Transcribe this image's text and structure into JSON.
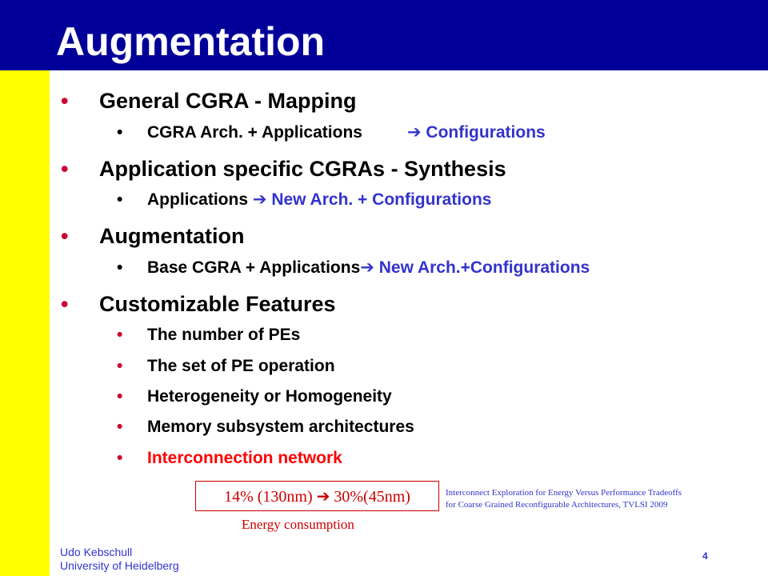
{
  "slide": {
    "title": "Augmentation",
    "bullet_symbol": "•",
    "items": [
      {
        "text": "General CGRA - Mapping"
      },
      {
        "text_black": "CGRA Arch. + Applications",
        "arrow": " ",
        "text_blue": " Configurations"
      },
      {
        "text": "Application specific CGRAs - Synthesis"
      },
      {
        "text_black": "Applications ",
        "arrow": " ",
        "text_blue": "New Arch. + Configurations"
      },
      {
        "text": "Augmentation"
      },
      {
        "text_black": "Base CGRA + Applications",
        "arrow": " ",
        "text_blue": "New Arch.+Configurations"
      },
      {
        "text": "Customizable Features"
      },
      {
        "text": "The number of PEs"
      },
      {
        "text": "The set of PE operation"
      },
      {
        "text": "Heterogeneity or Homogeneity"
      },
      {
        "text": "Memory subsystem architectures"
      },
      {
        "text": "Interconnection network"
      }
    ],
    "energy": {
      "before": "14% (130nm) ",
      "after": " 30%(45nm)",
      "label": "Energy consumption"
    },
    "reference": {
      "line1": "Interconnect Exploration for Energy Versus Performance Tradeoffs",
      "line2": "for Coarse Grained Reconfigurable Architectures, TVLSI 2009"
    },
    "footer": {
      "author": "Udo Kebschull",
      "affiliation": "University of Heidelberg"
    },
    "page_number": "4",
    "colors": {
      "header_bg": "#000099",
      "sidebar_bg": "#ffff00",
      "bullet_l1": "#cc0033",
      "highlight_blue": "#3333cc",
      "highlight_red": "#ff0000"
    }
  }
}
